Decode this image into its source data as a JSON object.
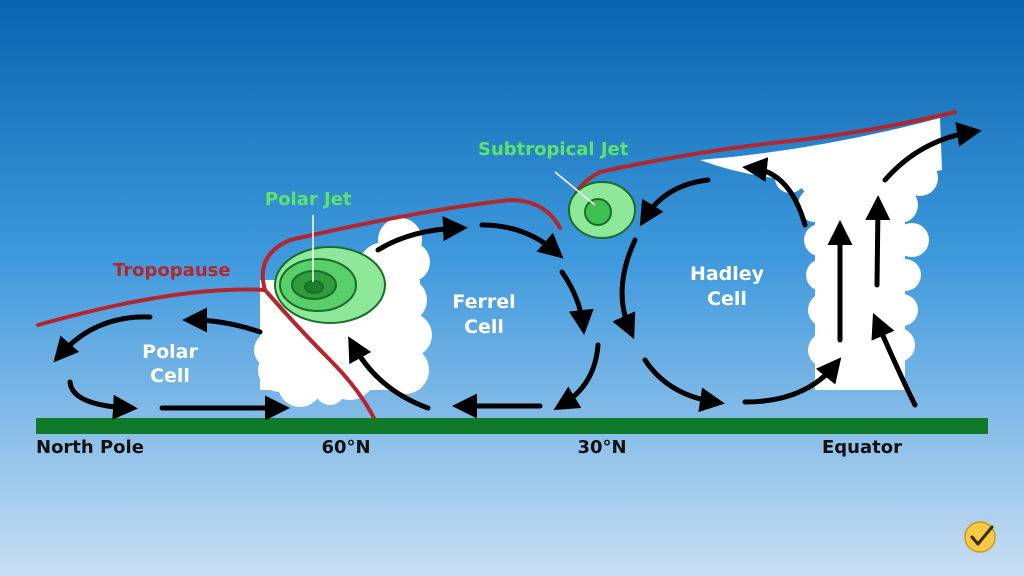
{
  "labels": {
    "tropopause": "Tropopause",
    "polar_jet": "Polar Jet",
    "subtropical_jet": "Subtropical Jet",
    "polar_cell_1": "Polar",
    "polar_cell_2": "Cell",
    "ferrel_cell_1": "Ferrel",
    "ferrel_cell_2": "Cell",
    "hadley_cell_1": "Hadley",
    "hadley_cell_2": "Cell",
    "north_pole": "North Pole",
    "lat_60": "60°N",
    "lat_30": "30°N",
    "equator": "Equator"
  },
  "colors": {
    "sky_top": "#0a64ad",
    "sky_bottom": "#c9def2",
    "ground": "#0f7a2a",
    "tropopause": "#b3262d",
    "jet_label": "#5ee36b",
    "jet_core": "#2f9e3a",
    "cloud": "#ffffff",
    "arrow": "#000000",
    "label_white": "#ffffff",
    "label_dark": "#111111",
    "badge": "#f6c945"
  },
  "icons": {
    "badge": "checkmark-badge-icon"
  }
}
